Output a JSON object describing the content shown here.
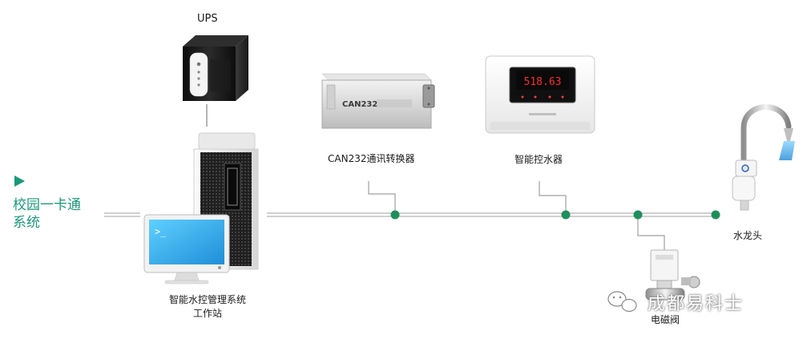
{
  "left_title_line1": "校园一卡通",
  "left_title_line2": "系统",
  "ups_label": "UPS",
  "converter_label": "CAN232通讯转换器",
  "converter_panel_text": "CAN232",
  "controller_label": "智能控水器",
  "controller_display": "518.63",
  "faucet_label": "水龙头",
  "valve_label": "电磁阀",
  "workstation_label_line1": "智能水控管理系统",
  "workstation_label_line2": "工作站",
  "watermark_text": "成都易科士",
  "colors": {
    "accent_green": "#1a9a78",
    "node_green": "#1e8f5c",
    "line_gray": "#9a9a9a"
  }
}
